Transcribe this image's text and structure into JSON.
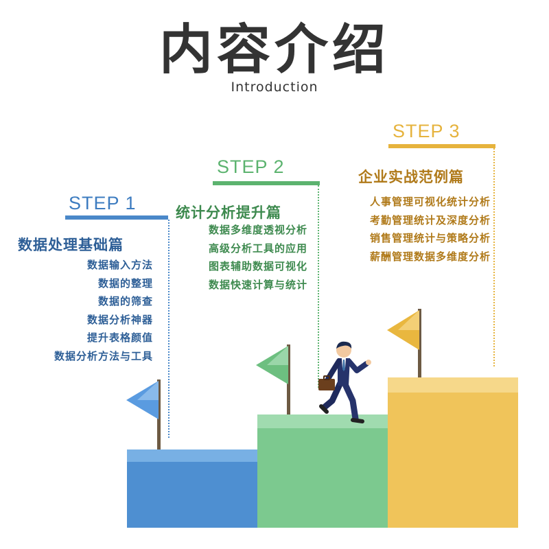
{
  "header": {
    "title": "内容介绍",
    "subtitle": "Introduction"
  },
  "colors": {
    "step1": "#3d7cc0",
    "step2": "#5cb36f",
    "step3": "#e6b33d",
    "text_dark": "#333333"
  },
  "steps": [
    {
      "label": "STEP 1",
      "heading": "数据处理基础篇",
      "items": [
        "数据输入方法",
        "数据的整理",
        "数据的筛查",
        "数据分析神器",
        "提升表格颜值",
        "数据分析方法与工具"
      ]
    },
    {
      "label": "STEP 2",
      "heading": "统计分析提升篇",
      "items": [
        "数据多维度透视分析",
        "高级分析工具的应用",
        "图表辅助数据可视化",
        "数据快速计算与统计"
      ]
    },
    {
      "label": "STEP 3",
      "heading": "企业实战范例篇",
      "items": [
        "人事管理可视化统计分析",
        "考勤管理统计及深度分析",
        "销售管理统计与策略分析",
        "薪酬管理数据多维度分析"
      ]
    }
  ]
}
